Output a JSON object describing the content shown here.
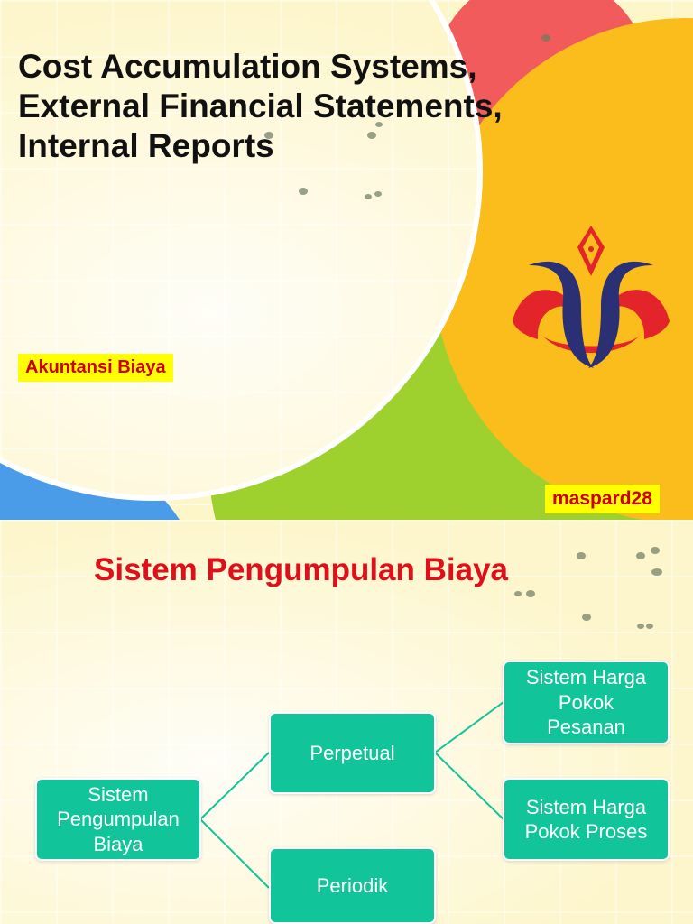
{
  "slide1": {
    "title": "Cost Accumulation Systems,\nExternal Financial Statements,\nInternal Reports",
    "subject_tag": "Akuntansi Biaya",
    "author_tag": "maspard28"
  },
  "slide2": {
    "heading": "Sistem Pengumpulan Biaya",
    "diagram": {
      "root": "Sistem\nPengumpulan\nBiaya",
      "perpetual": "Perpetual",
      "periodic": "Periodik",
      "job_order": "Sistem Harga\nPokok\nPesanan",
      "process": "Sistem Harga\nPokok Proses"
    }
  },
  "colors": {
    "node_fill": "#12c49a",
    "heading_red": "#e0101a",
    "tag_yellow": "#ffff00",
    "logo_navy": "#2b2f73"
  }
}
